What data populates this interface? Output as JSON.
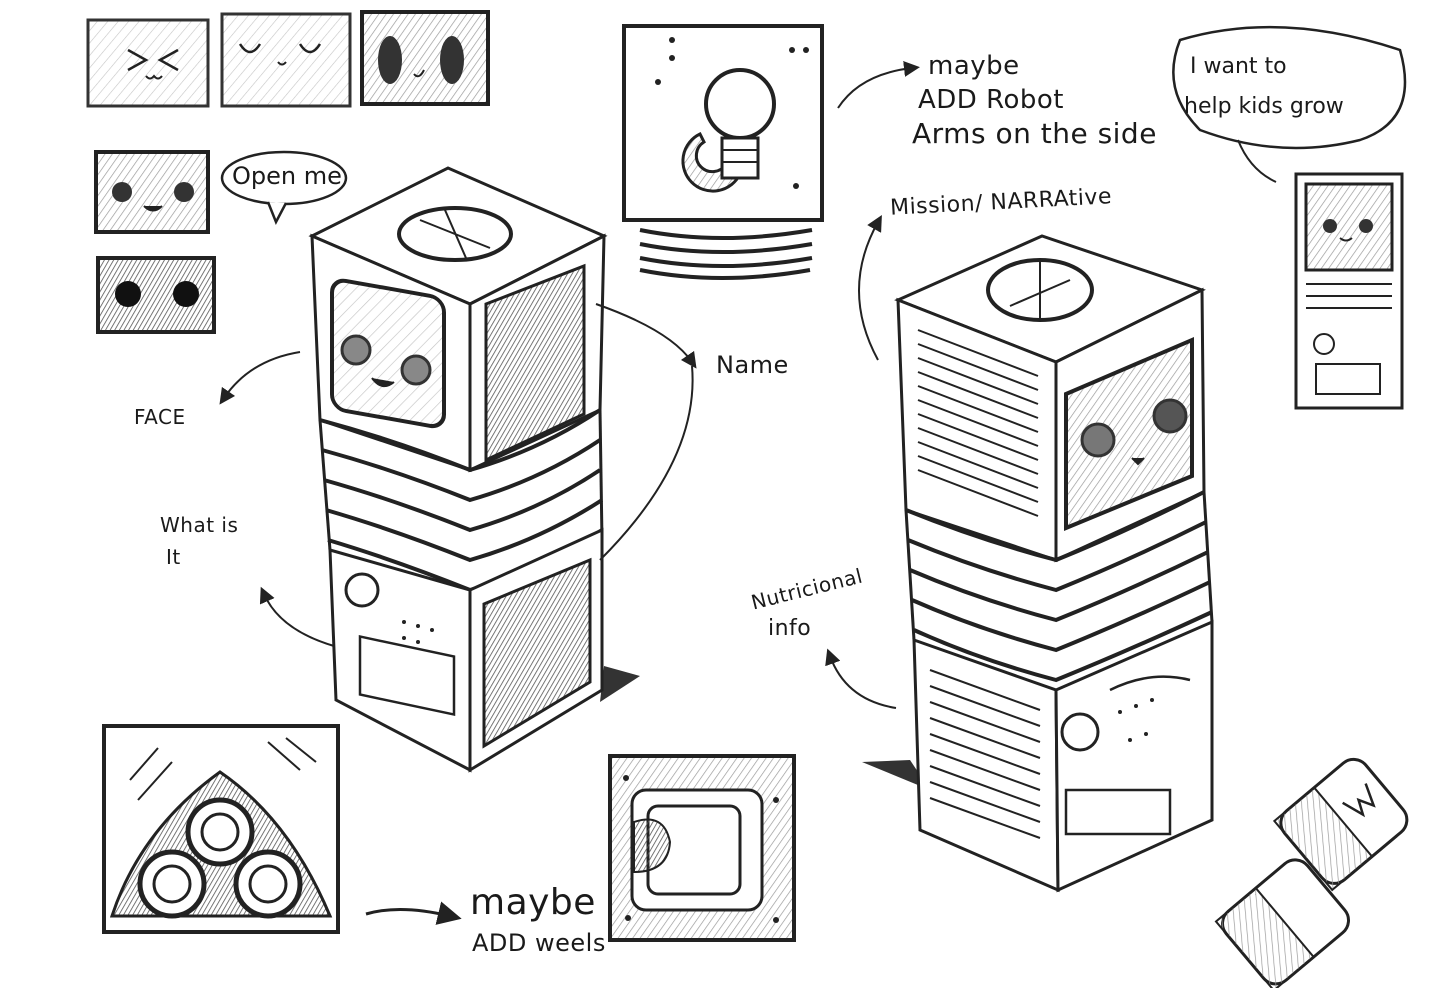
{
  "annotations": {
    "open_me": "Open me",
    "face": "FACE",
    "what_is_it_1": "What is",
    "what_is_it_2": "It",
    "name": "Name",
    "maybe_arms_1": "maybe",
    "maybe_arms_2": "ADD Robot",
    "maybe_arms_3": "Arms on the side",
    "mission": "Mission/ NARRAtive",
    "kids_1": "I want to",
    "kids_2": "help kids grow",
    "nutricional_1": "Nutricional",
    "nutricional_2": "info",
    "maybe_wheels_1": "maybe",
    "maybe_wheels_2": "ADD weels"
  },
  "colors": {
    "ink": "#1a1a1a",
    "graphite": "#555555",
    "shade": "#8a8a8a",
    "light_shade": "#c9c9c9",
    "paper": "#ffffff"
  }
}
